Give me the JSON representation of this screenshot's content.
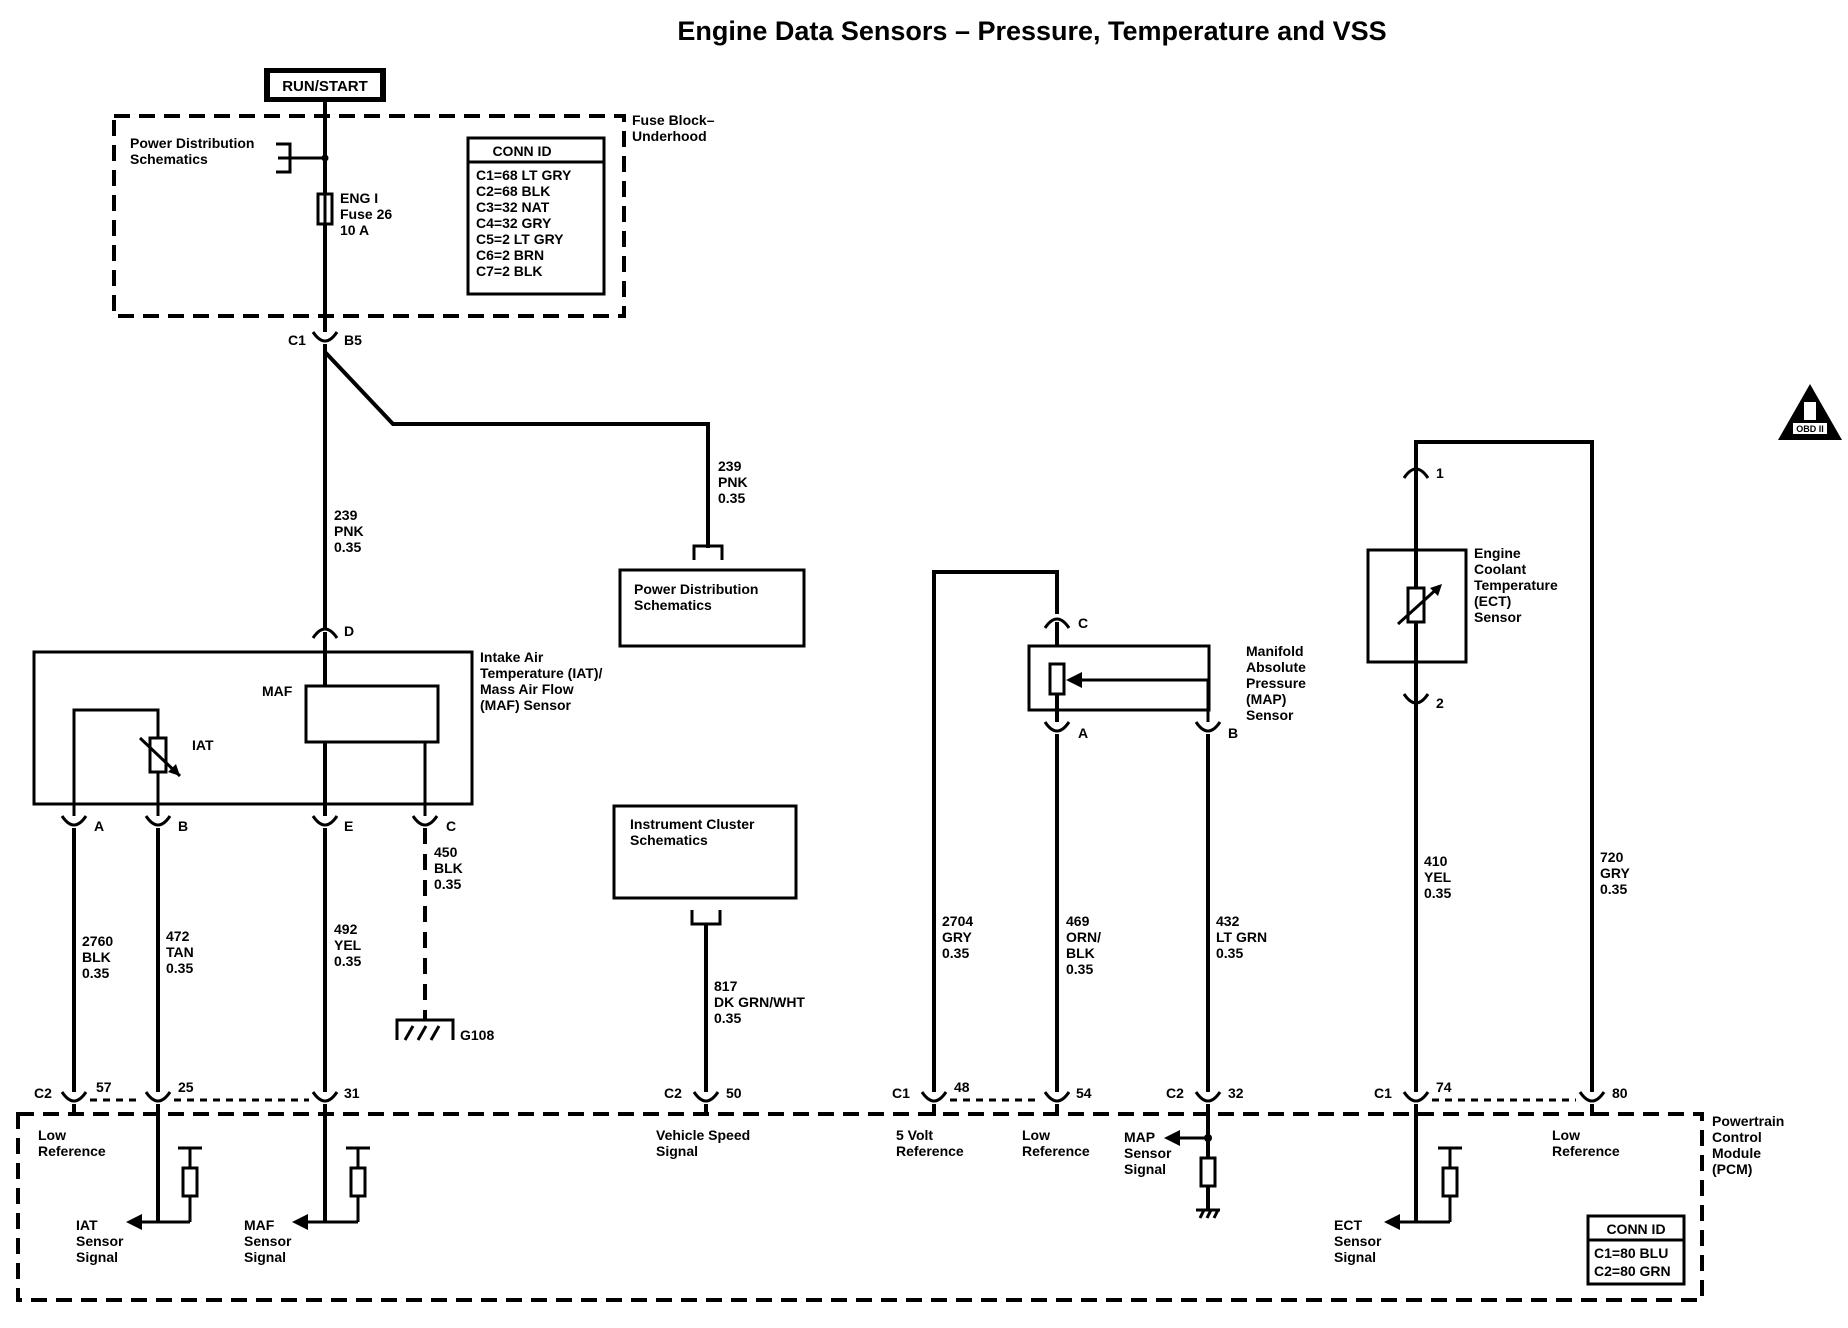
{
  "title": "Engine Data Sensors – Pressure, Temperature and VSS",
  "power": {
    "run_start": "RUN/START"
  },
  "fuse_block": {
    "label": [
      "Fuse Block–",
      "Underhood"
    ],
    "power_dist": [
      "Power Distribution",
      "Schematics"
    ],
    "fuse": [
      "ENG I",
      "Fuse 26",
      "10 A"
    ],
    "conn_id_title": "CONN ID",
    "conn_ids": [
      "C1=68 LT GRY",
      "C2=68 BLK",
      "C3=32 NAT",
      "C4=32 GRY",
      "C5=2 LT GRY",
      "C6=2 BRN",
      "C7=2 BLK"
    ],
    "conn": "C1",
    "pin": "B5"
  },
  "wires": {
    "w239_a": [
      "239",
      "PNK",
      "0.35"
    ],
    "w239_b": [
      "239",
      "PNK",
      "0.35"
    ],
    "w2760": [
      "2760",
      "BLK",
      "0.35"
    ],
    "w472": [
      "472",
      "TAN",
      "0.35"
    ],
    "w492": [
      "492",
      "YEL",
      "0.35"
    ],
    "w450": [
      "450",
      "BLK",
      "0.35"
    ],
    "w817": [
      "817",
      "DK GRN/WHT",
      "0.35"
    ],
    "w2704": [
      "2704",
      "GRY",
      "0.35"
    ],
    "w469": [
      "469",
      "ORN/",
      "BLK",
      "0.35"
    ],
    "w432": [
      "432",
      "LT GRN",
      "0.35"
    ],
    "w410": [
      "410",
      "YEL",
      "0.35"
    ],
    "w720": [
      "720",
      "GRY",
      "0.35"
    ]
  },
  "power_dist_box": [
    "Power Distribution",
    "Schematics"
  ],
  "instrument_cluster_box": [
    "Instrument Cluster",
    "Schematics"
  ],
  "iat_maf_sensor": {
    "label": [
      "Intake Air",
      "Temperature (IAT)/",
      "Mass Air Flow",
      "(MAF) Sensor"
    ],
    "maf": "MAF",
    "iat": "IAT",
    "pins": {
      "d": "D",
      "a": "A",
      "b": "B",
      "e": "E",
      "c": "C"
    }
  },
  "ground": {
    "g108": "G108"
  },
  "map_sensor": {
    "label": [
      "Manifold",
      "Absolute",
      "Pressure",
      "(MAP)",
      "Sensor"
    ],
    "pins": {
      "c": "C",
      "a": "A",
      "b": "B"
    }
  },
  "ect_sensor": {
    "label": [
      "Engine",
      "Coolant",
      "Temperature",
      "(ECT)",
      "Sensor"
    ],
    "pins": {
      "p1": "1",
      "p2": "2"
    }
  },
  "pcm": {
    "label": [
      "Powertrain",
      "Control",
      "Module",
      "(PCM)"
    ],
    "conn_id_title": "CONN ID",
    "conn_ids": [
      "C1=80 BLU",
      "C2=80 GRN"
    ],
    "connectors": {
      "c2a": "C2",
      "c2b": "C2",
      "c1a": "C1",
      "c2c": "C2",
      "c1b": "C1"
    },
    "pins": {
      "p57": "57",
      "p25": "25",
      "p31": "31",
      "p50": "50",
      "p48": "48",
      "p54": "54",
      "p32": "32",
      "p74": "74",
      "p80": "80"
    },
    "signals": {
      "low_ref_1": [
        "Low",
        "Reference"
      ],
      "iat_signal": [
        "IAT",
        "Sensor",
        "Signal"
      ],
      "maf_signal": [
        "MAF",
        "Sensor",
        "Signal"
      ],
      "vss": [
        "Vehicle Speed",
        "Signal"
      ],
      "five_volt": [
        "5 Volt",
        "Reference"
      ],
      "low_ref_2": [
        "Low",
        "Reference"
      ],
      "map_signal": [
        "MAP",
        "Sensor",
        "Signal"
      ],
      "ect_signal": [
        "ECT",
        "Sensor",
        "Signal"
      ],
      "low_ref_3": [
        "Low",
        "Reference"
      ]
    }
  },
  "obd": "OBD II"
}
